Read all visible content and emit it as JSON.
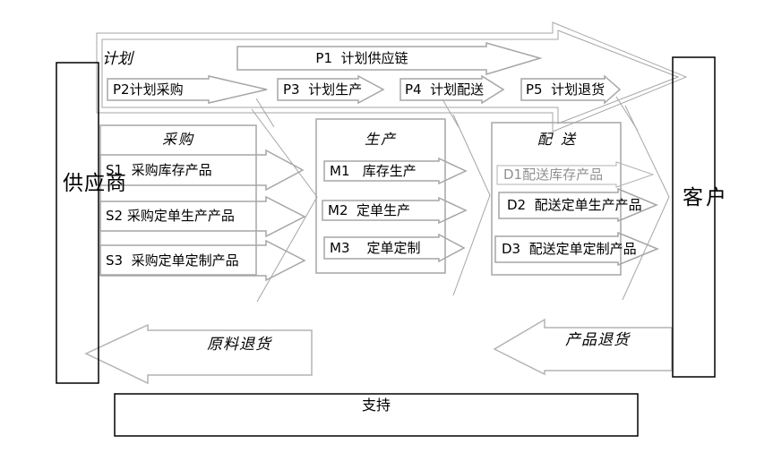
{
  "supplier": {
    "label": "供应商"
  },
  "customer": {
    "label": "客户"
  },
  "support": {
    "label": "支持"
  },
  "plan": {
    "label": "计划",
    "p1": "P1  计划供应链",
    "p2": "P2计划采购",
    "p3": "P3  计划生产",
    "p4": "P4  计划配送",
    "p5": "P5  计划退货"
  },
  "source": {
    "title": "采购",
    "items": [
      "S1  采购库存产品",
      "S2 采购定单生产产品",
      "S3  采购定单定制产品"
    ]
  },
  "make": {
    "title": "生产",
    "items": [
      "M1   库存生产",
      "M2  定单生产",
      "M3    定单定制"
    ]
  },
  "deliver": {
    "title": "配  送",
    "items": [
      "D1配送库存产品",
      "D2  配送定单生产产品",
      "D3  配送定单定制产品"
    ]
  },
  "returns": {
    "material": "原料退货",
    "product": "产品退货"
  },
  "colors": {
    "shape_outline": "#a6a6a6",
    "light_outline": "#b3b3b3",
    "box_outline": "#000000",
    "muted_text": "#909090"
  }
}
